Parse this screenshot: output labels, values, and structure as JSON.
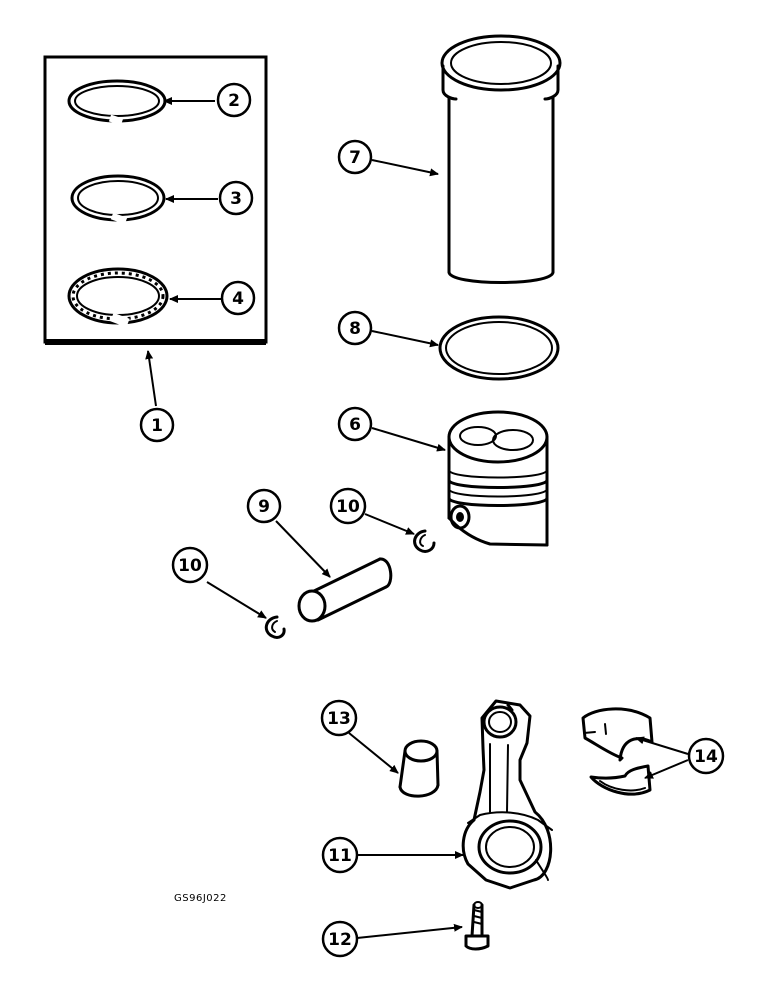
{
  "callouts": {
    "c1": "1",
    "c2": "2",
    "c3": "3",
    "c4": "4",
    "c6": "6",
    "c7": "7",
    "c8": "8",
    "c9": "9",
    "c10a": "10",
    "c10b": "10",
    "c11": "11",
    "c12": "12",
    "c13": "13",
    "c14": "14"
  },
  "reference_code": "GS96J022"
}
